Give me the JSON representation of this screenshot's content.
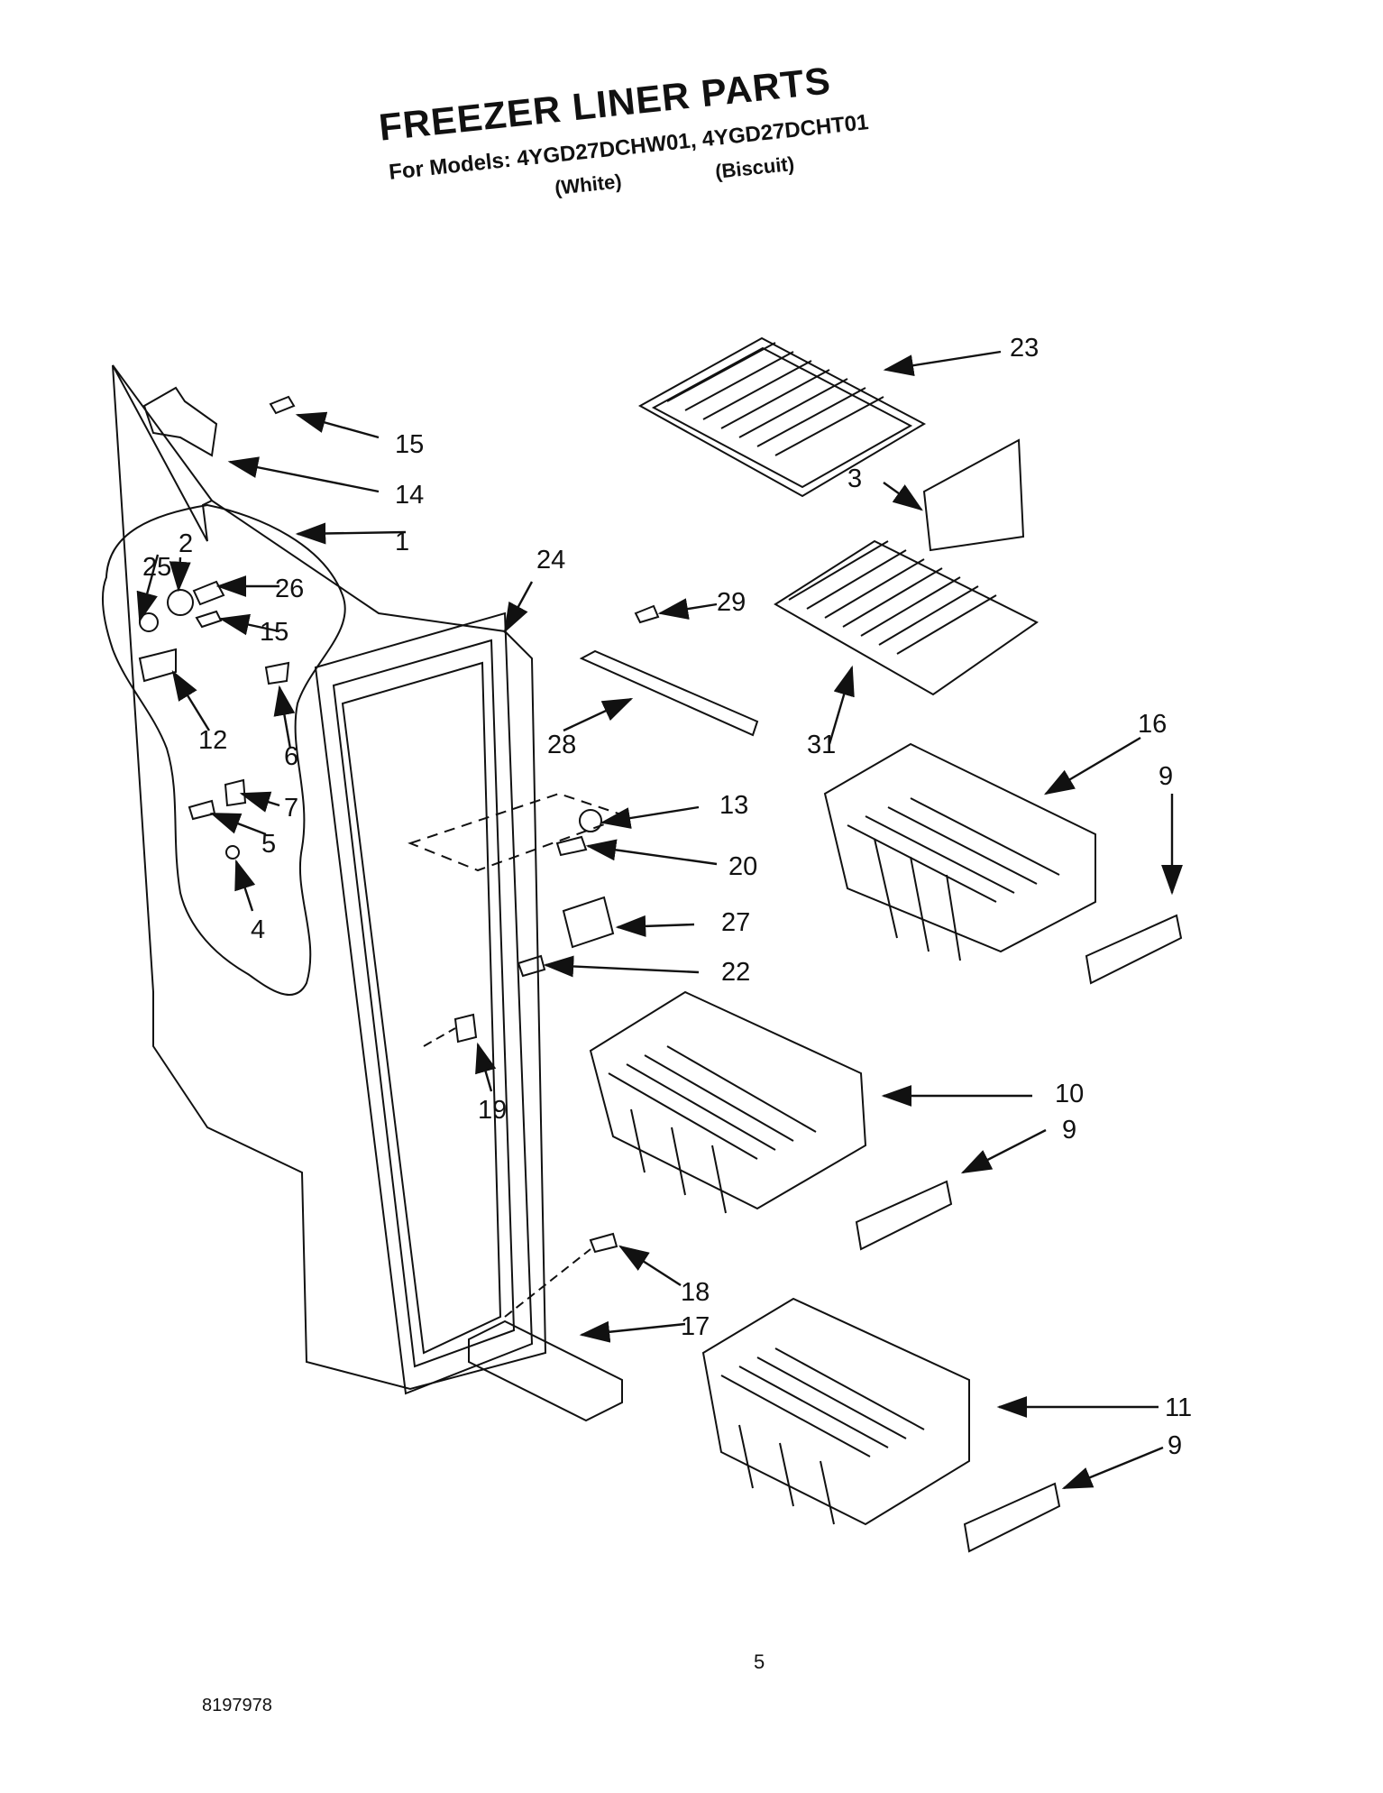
{
  "header": {
    "title": "FREEZER LINER PARTS",
    "subtitle": "For Models: 4YGD27DCHW01, 4YGD27DCHT01",
    "variant_white": "(White)",
    "variant_biscuit": "(Biscuit)"
  },
  "footer": {
    "page_number": "5",
    "document_number": "8197978"
  },
  "callouts": {
    "c1": "1",
    "c2": "2",
    "c3": "3",
    "c4": "4",
    "c5": "5",
    "c6": "6",
    "c7": "7",
    "c9a": "9",
    "c9b": "9",
    "c9c": "9",
    "c10": "10",
    "c11": "11",
    "c12": "12",
    "c13": "13",
    "c14": "14",
    "c15a": "15",
    "c15b": "15",
    "c16": "16",
    "c17": "17",
    "c18": "18",
    "c19": "19",
    "c20": "20",
    "c22": "22",
    "c23": "23",
    "c24": "24",
    "c25": "25",
    "c26": "26",
    "c27": "27",
    "c28": "28",
    "c29": "29",
    "c31": "31"
  }
}
